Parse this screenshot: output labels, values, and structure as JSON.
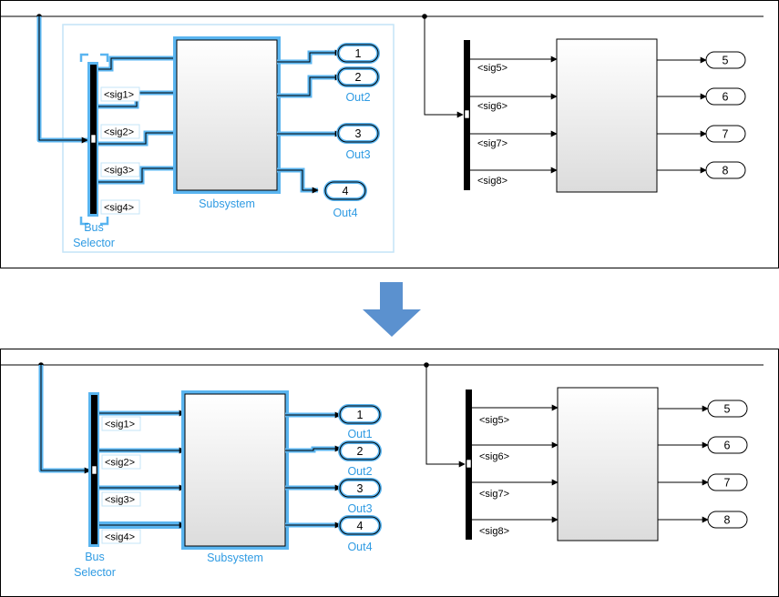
{
  "colors": {
    "highlight": "#5ab5f0",
    "highlight_label": "#2f9be3",
    "arrow": "#5b91cf",
    "selection_box": "#c4e4f7"
  },
  "blocks": {
    "bus_selector_line1": "Bus",
    "bus_selector_line2": "Selector",
    "subsystem": "Subsystem"
  },
  "before": {
    "left_signals": [
      "<sig1>",
      "<sig2>",
      "<sig3>",
      "<sig4>"
    ],
    "right_signals": [
      "<sig5>",
      "<sig6>",
      "<sig7>",
      "<sig8>"
    ],
    "left_ports": [
      {
        "number": "1",
        "label": ""
      },
      {
        "number": "2",
        "label": "Out2"
      },
      {
        "number": "3",
        "label": "Out3"
      },
      {
        "number": "4",
        "label": "Out4"
      }
    ],
    "right_ports": [
      "5",
      "6",
      "7",
      "8"
    ]
  },
  "after": {
    "left_signals": [
      "<sig1>",
      "<sig2>",
      "<sig3>",
      "<sig4>"
    ],
    "right_signals": [
      "<sig5>",
      "<sig6>",
      "<sig7>",
      "<sig8>"
    ],
    "left_ports": [
      {
        "number": "1",
        "label": "Out1"
      },
      {
        "number": "2",
        "label": "Out2"
      },
      {
        "number": "3",
        "label": "Out3"
      },
      {
        "number": "4",
        "label": "Out4"
      }
    ],
    "right_ports": [
      "5",
      "6",
      "7",
      "8"
    ]
  }
}
